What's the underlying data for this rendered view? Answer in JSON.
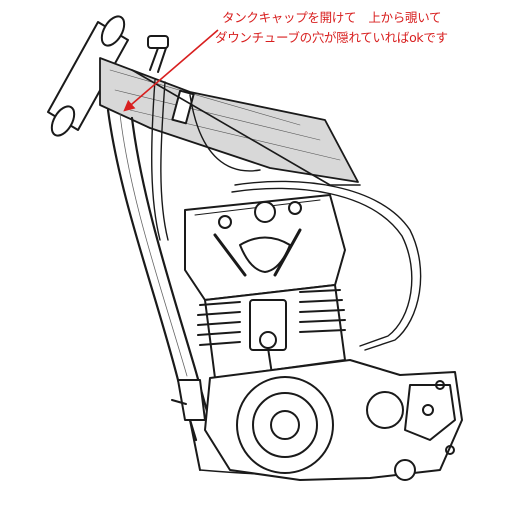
{
  "annotation": {
    "line1": "タンクキャップを開けて　上から覗いて",
    "line2": "ダウンチューブの穴が隠れていればokです",
    "color": "#d81f1f"
  },
  "drawing": {
    "subject": "motorcycle frame down tube with engine cross-section",
    "line_color": "#1a1a1a",
    "tank_fill": "#d8d8d8",
    "arrow_color": "#d81f1f"
  }
}
